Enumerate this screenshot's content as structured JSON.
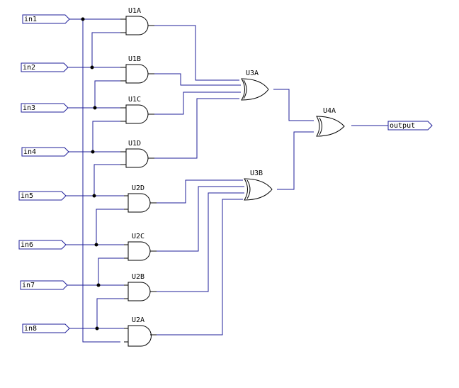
{
  "colors": {
    "wire": "#1f1f9a",
    "symbol": "#000000",
    "background": "#ffffff"
  },
  "inputs": [
    "in1",
    "in2",
    "in3",
    "in4",
    "in5",
    "in6",
    "in7",
    "in8"
  ],
  "output": "output",
  "gates": {
    "and": [
      "U1A",
      "U1B",
      "U1C",
      "U1D",
      "U2D",
      "U2C",
      "U2B",
      "U2A"
    ],
    "or": [
      "U3A",
      "U3B",
      "U4A"
    ]
  }
}
